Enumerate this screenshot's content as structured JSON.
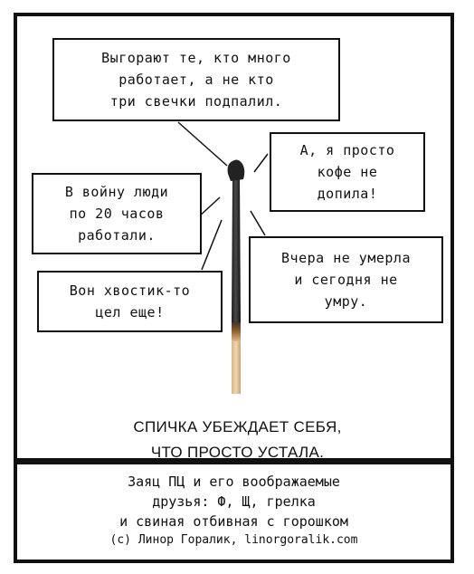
{
  "bubbles": [
    {
      "lines": [
        "Выгорают те, кто много",
        "работает, а не кто",
        "три свечки подпалил."
      ]
    },
    {
      "lines": [
        "А, я просто",
        "кофе не",
        "допила!"
      ]
    },
    {
      "lines": [
        "В войну люди",
        "по 20 часов",
        "работали."
      ]
    },
    {
      "lines": [
        "Вчера не умерла",
        "и сегодня не",
        "умру."
      ]
    },
    {
      "lines": [
        "Вон хвостик-то",
        "цел еще!"
      ]
    }
  ],
  "caption": {
    "lines": [
      "СПИЧКА УБЕЖДАЕТ СЕБЯ,",
      "ЧТО ПРОСТО УСТАЛА."
    ]
  },
  "footer": {
    "lines": [
      "Заяц ПЦ и его воображаемые",
      "друзья: Ф, Щ, грелка",
      "и свиная отбивная с горошком"
    ],
    "credit": "(с) Линор Горалик, linorgoralik.com"
  }
}
